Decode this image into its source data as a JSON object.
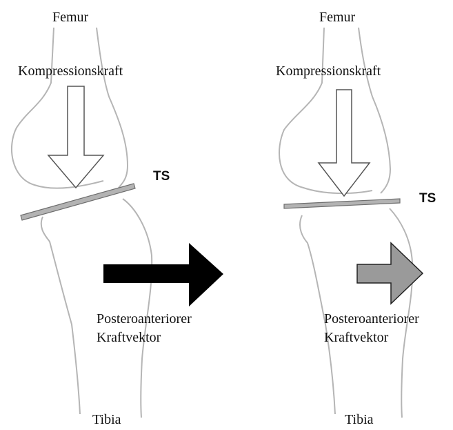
{
  "panels": [
    {
      "femur": "Femur",
      "compression": "Kompressionskraft",
      "ts": "TS",
      "vector_line1": "Posteroanteriorer",
      "vector_line2": "Kraftvektor",
      "tibia": "Tibia",
      "vector_arrow_color": "#000000"
    },
    {
      "femur": "Femur",
      "compression": "Kompressionskraft",
      "ts": "TS",
      "vector_line1": "Posteroanteriorer",
      "vector_line2": "Kraftvektor",
      "tibia": "Tibia",
      "vector_arrow_color": "#9a9a9a"
    }
  ],
  "colors": {
    "outline": "#b5b5b5",
    "plate_fill": "#b3b3b3",
    "plate_stroke": "#6e6e6e",
    "compression_arrow_fill": "#ffffff",
    "compression_arrow_stroke": "#555555"
  }
}
